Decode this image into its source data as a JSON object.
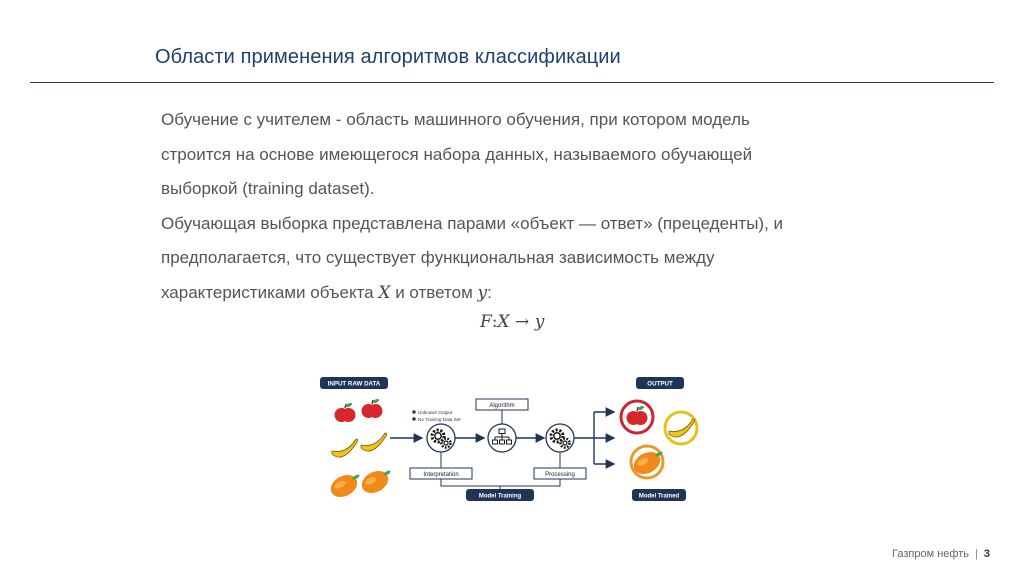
{
  "slide": {
    "title": "Области применения алгоритмов классификации",
    "paragraph1": {
      "line1": "Обучение с учителем - область машинного обучения, при котором модель",
      "line2": "строится на основе имеющегося набора данных, называемого обучающей",
      "line3": "выборкой (training dataset)."
    },
    "paragraph2": {
      "line1": "Обучающая выборка представлена парами «объект — ответ» (прецеденты), и",
      "line2": "предполагается, что существует функциональная зависимость между",
      "line3_prefix": "характеристиками объекта ",
      "var_x": "X",
      "line3_middle": " и ответом ",
      "var_y": "y",
      "line3_suffix": ":"
    },
    "formula": {
      "f": "F",
      "colon": ":",
      "x": "X",
      "arrow": " → ",
      "y": "y"
    }
  },
  "diagram": {
    "input_label": "INPUT RAW DATA",
    "legend_unknown": "Unknown Output",
    "legend_no_training": "No Training Data Set",
    "algorithm_label": "Algorithm",
    "interpretation_label": "Interpretation",
    "processing_label": "Processing",
    "model_training_label": "Model Training",
    "output_label": "OUTPUT",
    "model_trained_label": "Model Trained",
    "colors": {
      "navy": "#1f3558",
      "apple": "#d7262c",
      "banana": "#f2c318",
      "mango": "#f08a1c",
      "ring_red": "#c9272d",
      "ring_yellow": "#e7c21a",
      "ring_orange": "#e99a2b"
    }
  },
  "footer": {
    "company": "Газпром нефть",
    "separator": "|",
    "page": "3"
  }
}
